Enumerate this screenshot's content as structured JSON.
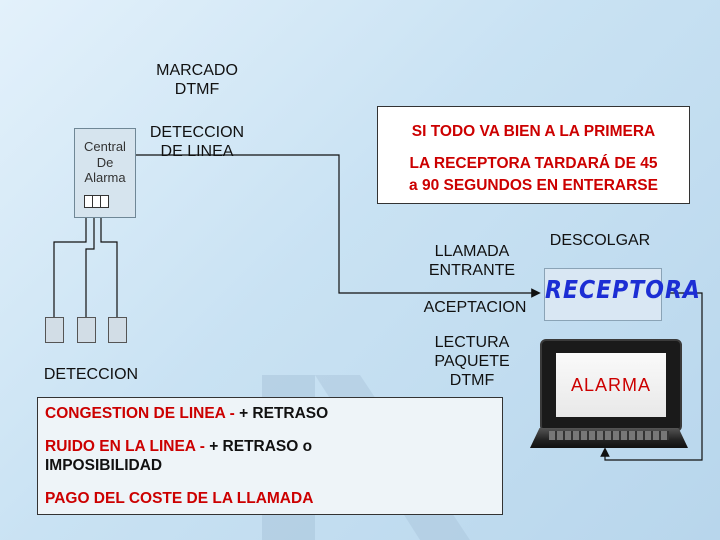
{
  "labels": {
    "marcado": [
      "MARCADO",
      "DTMF"
    ],
    "deteccion_linea": [
      "DETECCION",
      "DE LINEA"
    ],
    "central": [
      "Central",
      "De",
      "Alarma"
    ],
    "deteccion": "DETECCION",
    "llamada": [
      "LLAMADA",
      "ENTRANTE"
    ],
    "descolgar": "DESCOLGAR",
    "aceptacion": "ACEPTACION",
    "lectura": [
      "LECTURA",
      "PAQUETE",
      "DTMF"
    ]
  },
  "info_box": {
    "line1": "SI TODO VA BIEN A LA PRIMERA",
    "line2": "LA RECEPTORA TARDARÁ DE 45",
    "line3": "a 90 SEGUNDOS EN ENTERARSE"
  },
  "problems": [
    {
      "red": "CONGESTION DE LINEA -",
      "black": "+ RETRASO",
      "red2": ""
    },
    {
      "red": "RUIDO EN LA LINEA -",
      "black": "+ RETRASO o IMPOSIBILIDAD",
      "red2": ""
    },
    {
      "red": "PAGO DEL COSTE DE LA LLAMADA",
      "black": "",
      "red2": ""
    }
  ],
  "receptora": "RECEPTORA",
  "alarma": "ALARMA",
  "colors": {
    "accent_red": "#cc0000",
    "receptora_blue": "#1c2ed4"
  }
}
